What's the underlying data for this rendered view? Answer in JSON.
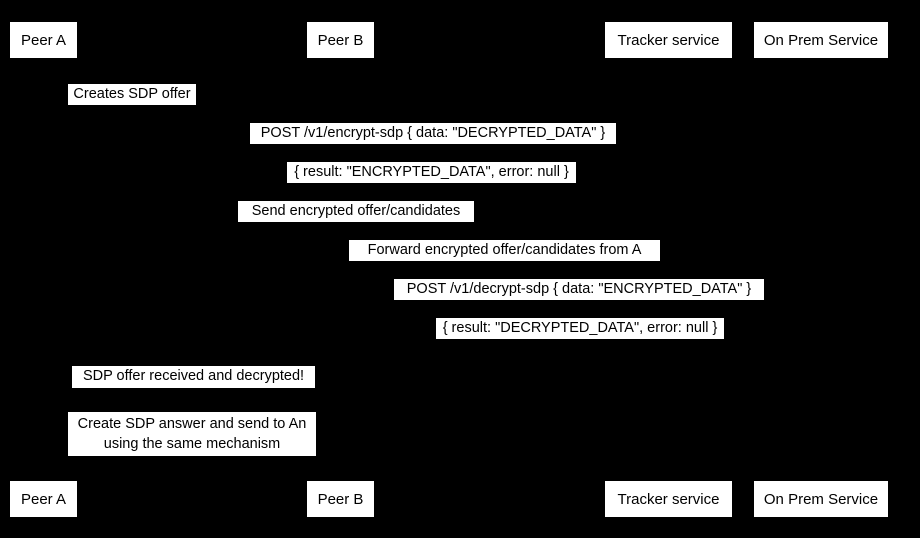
{
  "diagram": {
    "type": "sequence-diagram",
    "background_color": "#000000",
    "label_background_color": "#ffffff",
    "label_text_color": "#000000",
    "participants": [
      {
        "id": "peer-a",
        "label": "Peer A"
      },
      {
        "id": "peer-b",
        "label": "Peer B"
      },
      {
        "id": "tracker-service",
        "label": "Tracker service"
      },
      {
        "id": "on-prem-service",
        "label": "On Prem Service"
      }
    ],
    "messages": [
      {
        "id": "creates-sdp-offer",
        "label": "Creates SDP offer"
      },
      {
        "id": "post-encrypt-sdp",
        "label": "POST /v1/encrypt-sdp { data: \"DECRYPTED_DATA\" }"
      },
      {
        "id": "encrypt-sdp-result",
        "label": "{ result: \"ENCRYPTED_DATA\", error: null }"
      },
      {
        "id": "send-encrypted-offer",
        "label": "Send encrypted offer/candidates"
      },
      {
        "id": "forward-encrypted-offer",
        "label": "Forward encrypted offer/candidates from A"
      },
      {
        "id": "post-decrypt-sdp",
        "label": "POST /v1/decrypt-sdp { data: \"ENCRYPTED_DATA\" }"
      },
      {
        "id": "decrypt-sdp-result",
        "label": "{ result: \"DECRYPTED_DATA\", error: null }"
      },
      {
        "id": "sdp-offer-received",
        "label": "SDP offer received and decrypted!"
      },
      {
        "id": "create-sdp-answer",
        "label": "Create SDP answer and send to An\nusing the same mechanism"
      }
    ]
  }
}
